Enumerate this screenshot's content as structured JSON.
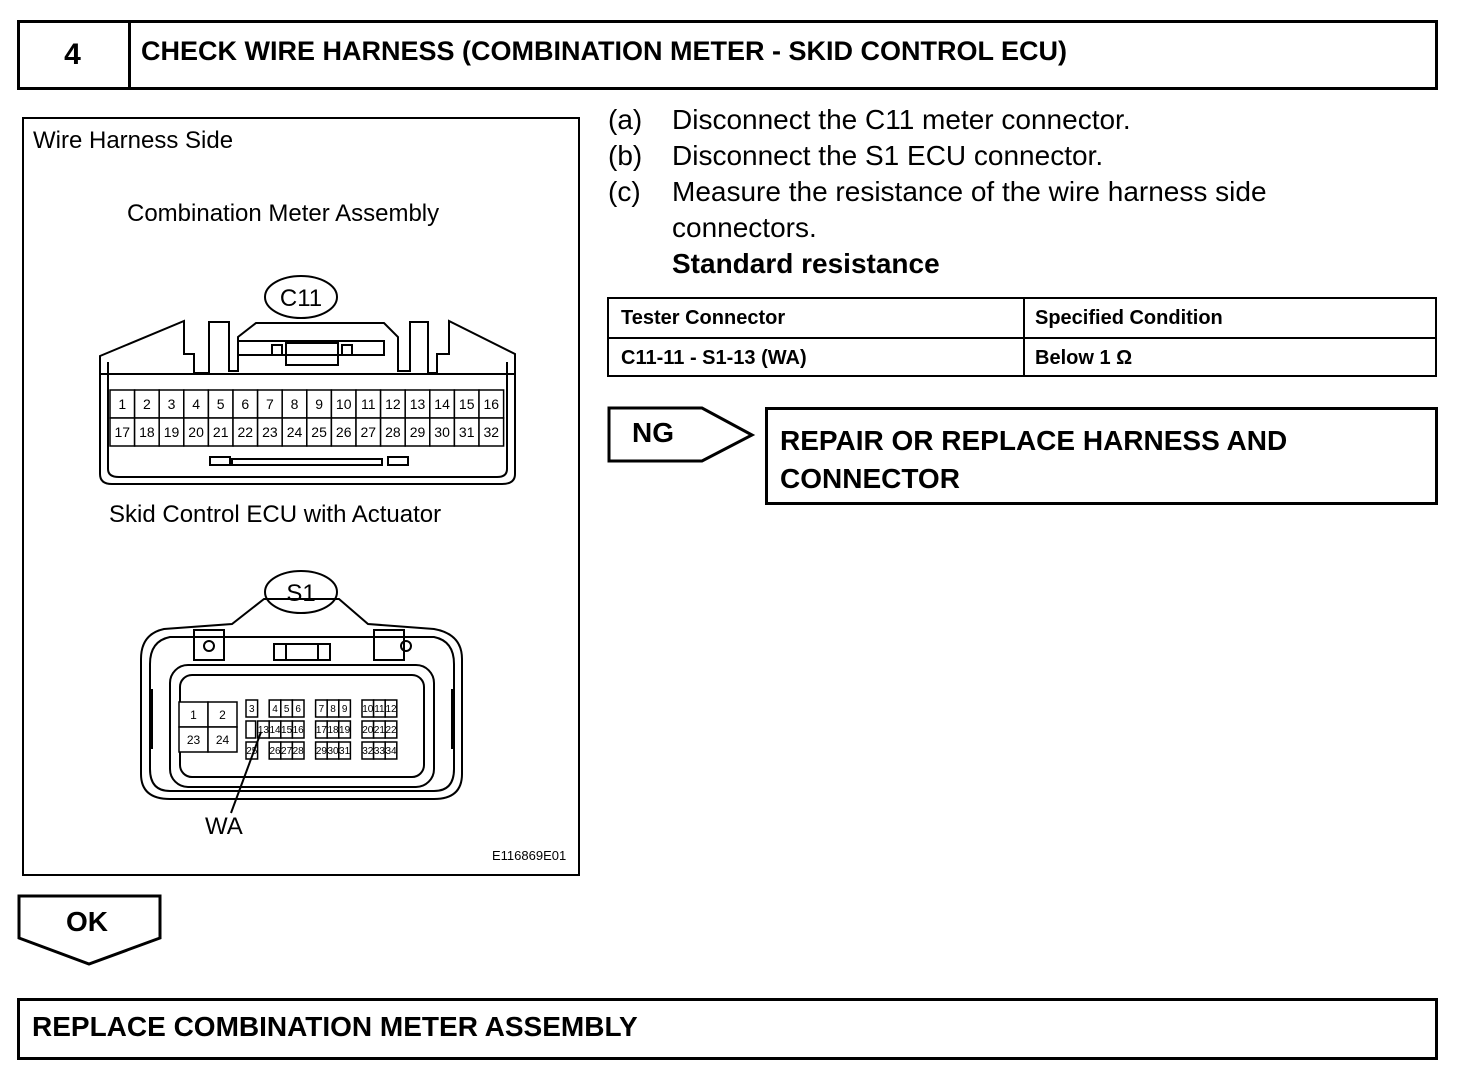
{
  "step": {
    "number": "4",
    "title": "CHECK WIRE HARNESS (COMBINATION METER - SKID CONTROL ECU)"
  },
  "figure": {
    "side_label": "Wire Harness Side",
    "meter_label": "Combination Meter Assembly",
    "meter_connector": "C11",
    "meter_pins_top": [
      "1",
      "2",
      "3",
      "4",
      "5",
      "6",
      "7",
      "8",
      "9",
      "10",
      "11",
      "12",
      "13",
      "14",
      "15",
      "16"
    ],
    "meter_pins_bottom": [
      "17",
      "18",
      "19",
      "20",
      "21",
      "22",
      "23",
      "24",
      "25",
      "26",
      "27",
      "28",
      "29",
      "30",
      "31",
      "32"
    ],
    "ecu_label": "Skid Control ECU with Actuator",
    "ecu_connector": "S1",
    "ecu_pins_big": [
      [
        "1",
        "2"
      ],
      [
        "23",
        "24"
      ]
    ],
    "ecu_pins_row1": [
      "3",
      "",
      "4",
      "5",
      "6",
      "",
      "7",
      "8",
      "9",
      "",
      "10",
      "11",
      "12"
    ],
    "ecu_pins_row2": [
      "",
      "13",
      "14",
      "15",
      "16",
      "",
      "17",
      "18",
      "19",
      "",
      "20",
      "21",
      "22"
    ],
    "ecu_pins_row3": [
      "25",
      "",
      "26",
      "27",
      "28",
      "",
      "29",
      "30",
      "31",
      "",
      "32",
      "33",
      "34"
    ],
    "wire_label": "WA",
    "figure_code": "E116869E01"
  },
  "instructions": [
    {
      "key": "(a)",
      "text": "Disconnect the C11 meter connector."
    },
    {
      "key": "(b)",
      "text": "Disconnect the S1 ECU connector."
    },
    {
      "key": "(c)",
      "text": "Measure the resistance of the wire harness side"
    },
    {
      "key": "",
      "text": "connectors."
    }
  ],
  "standard_heading": "Standard resistance",
  "spec_table": {
    "headers": [
      "Tester Connector",
      "Specified Condition"
    ],
    "rows": [
      [
        "C11-11 - S1-13 (WA)",
        "Below 1 Ω"
      ]
    ]
  },
  "ng": {
    "label": "NG",
    "result_line1": "REPAIR OR REPLACE HARNESS AND",
    "result_line2": "CONNECTOR"
  },
  "ok": {
    "label": "OK",
    "result": "REPLACE COMBINATION METER ASSEMBLY"
  }
}
